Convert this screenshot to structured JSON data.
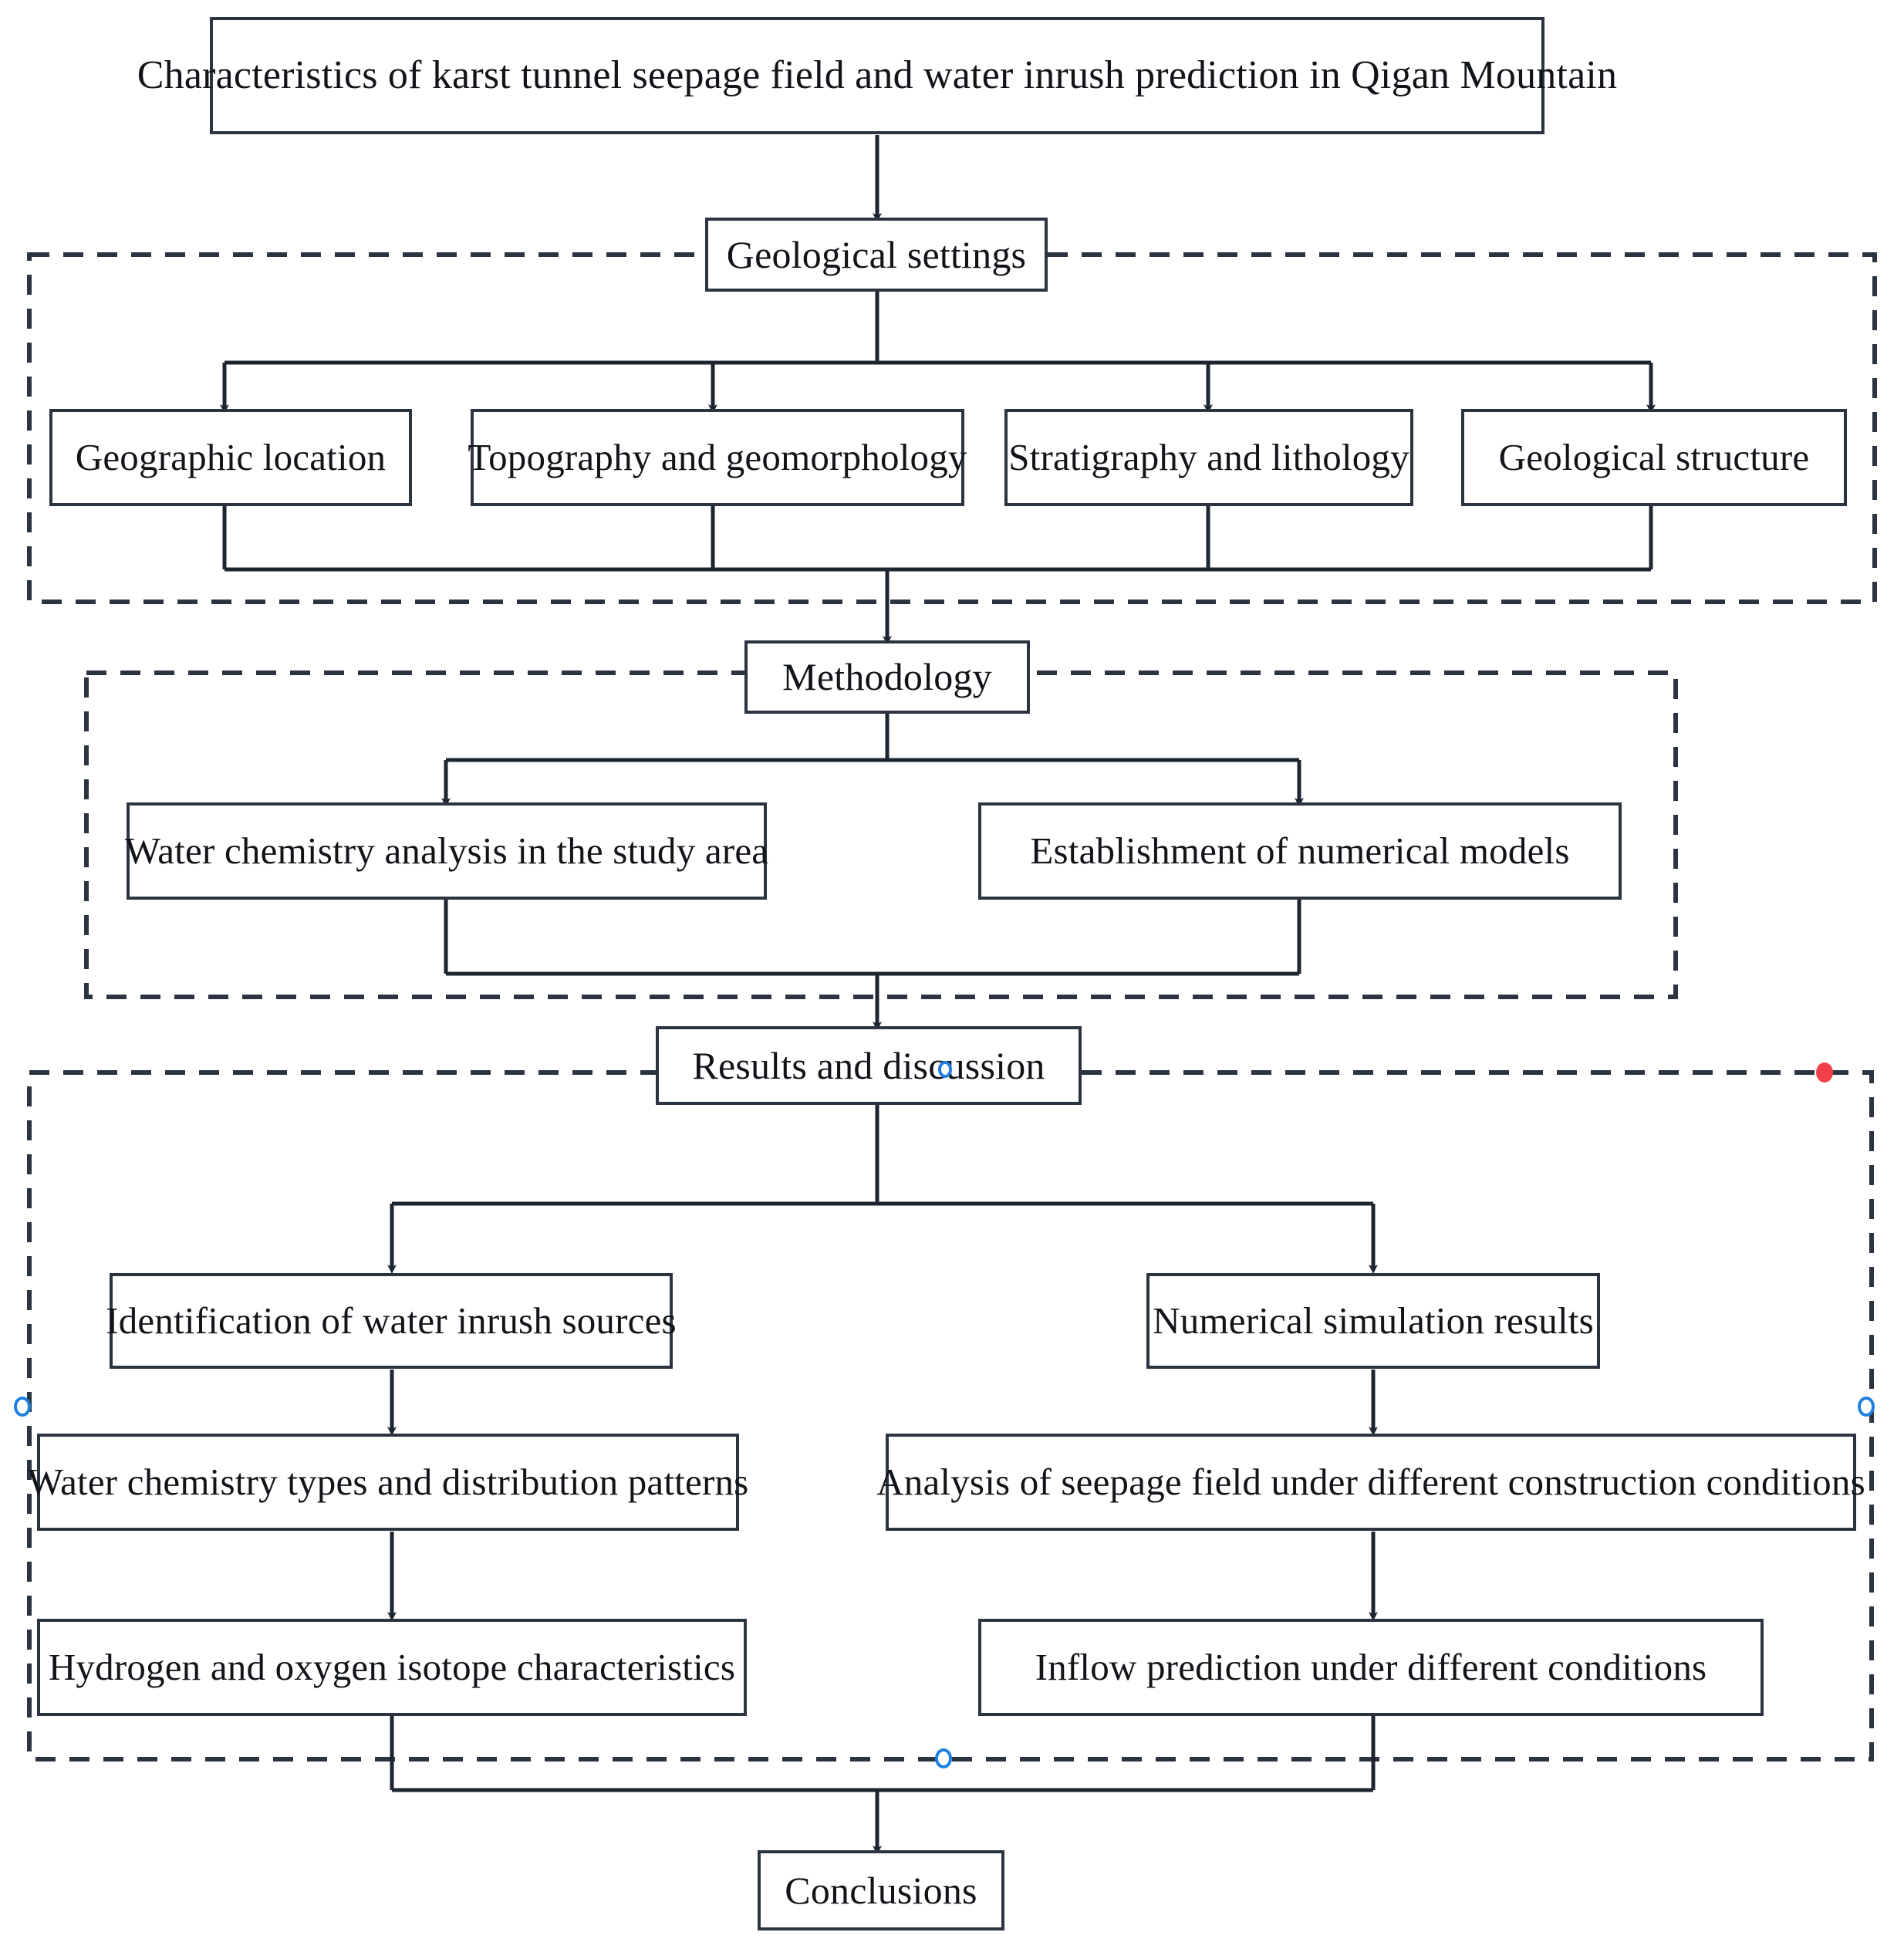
{
  "diagram": {
    "title": "Characteristics of karst tunnel seepage field and water inrush prediction in Qigan Mountain",
    "type": "flowchart",
    "orientation": "top-to-bottom"
  },
  "nodes": {
    "root": "Characteristics of karst tunnel seepage field and water inrush prediction in Qigan Mountain",
    "stage_geological": "Geological settings",
    "stage_methodology": "Methodology",
    "stage_results": "Results and discussion",
    "conclusions": "Conclusions",
    "geological_children": [
      "Geographic location",
      "Topography and geomorphology",
      "Stratigraphy and lithology",
      "Geological structure"
    ],
    "methodology_children": [
      "Water chemistry analysis in the study area",
      "Establishment of numerical models"
    ],
    "results_left_chain": [
      "Identification of water inrush sources",
      "Water chemistry types and distribution patterns",
      "Hydrogen and oxygen isotope characteristics"
    ],
    "results_right_chain": [
      "Numerical simulation results",
      "Analysis of seepage field under different construction conditions",
      "Inflow prediction under different conditions"
    ]
  },
  "groups": [
    {
      "name": "geological-settings-group",
      "label": "Geological settings"
    },
    {
      "name": "methodology-group",
      "label": "Methodology"
    },
    {
      "name": "results-discussion-group",
      "label": "Results and discussion"
    }
  ],
  "selection": {
    "active_group": "results-discussion-group",
    "handles": [
      {
        "name": "handle-top-middle",
        "kind": "square",
        "color": "#f1404a"
      },
      {
        "name": "handle-middle-left",
        "kind": "circle",
        "color": "#1f7fe0"
      },
      {
        "name": "handle-middle-right",
        "kind": "circle",
        "color": "#1f7fe0"
      },
      {
        "name": "handle-bottom-middle",
        "kind": "circle",
        "color": "#1f7fe0"
      },
      {
        "name": "handle-cursor-point",
        "kind": "circle",
        "color": "#1f7fe0"
      }
    ]
  },
  "colors": {
    "box_border": "#2b3440",
    "connector": "#1d2530",
    "dashed_group": "#2b3440",
    "selection_blue": "#1f7fe0",
    "selection_red": "#f1404a",
    "background": "#ffffff"
  }
}
